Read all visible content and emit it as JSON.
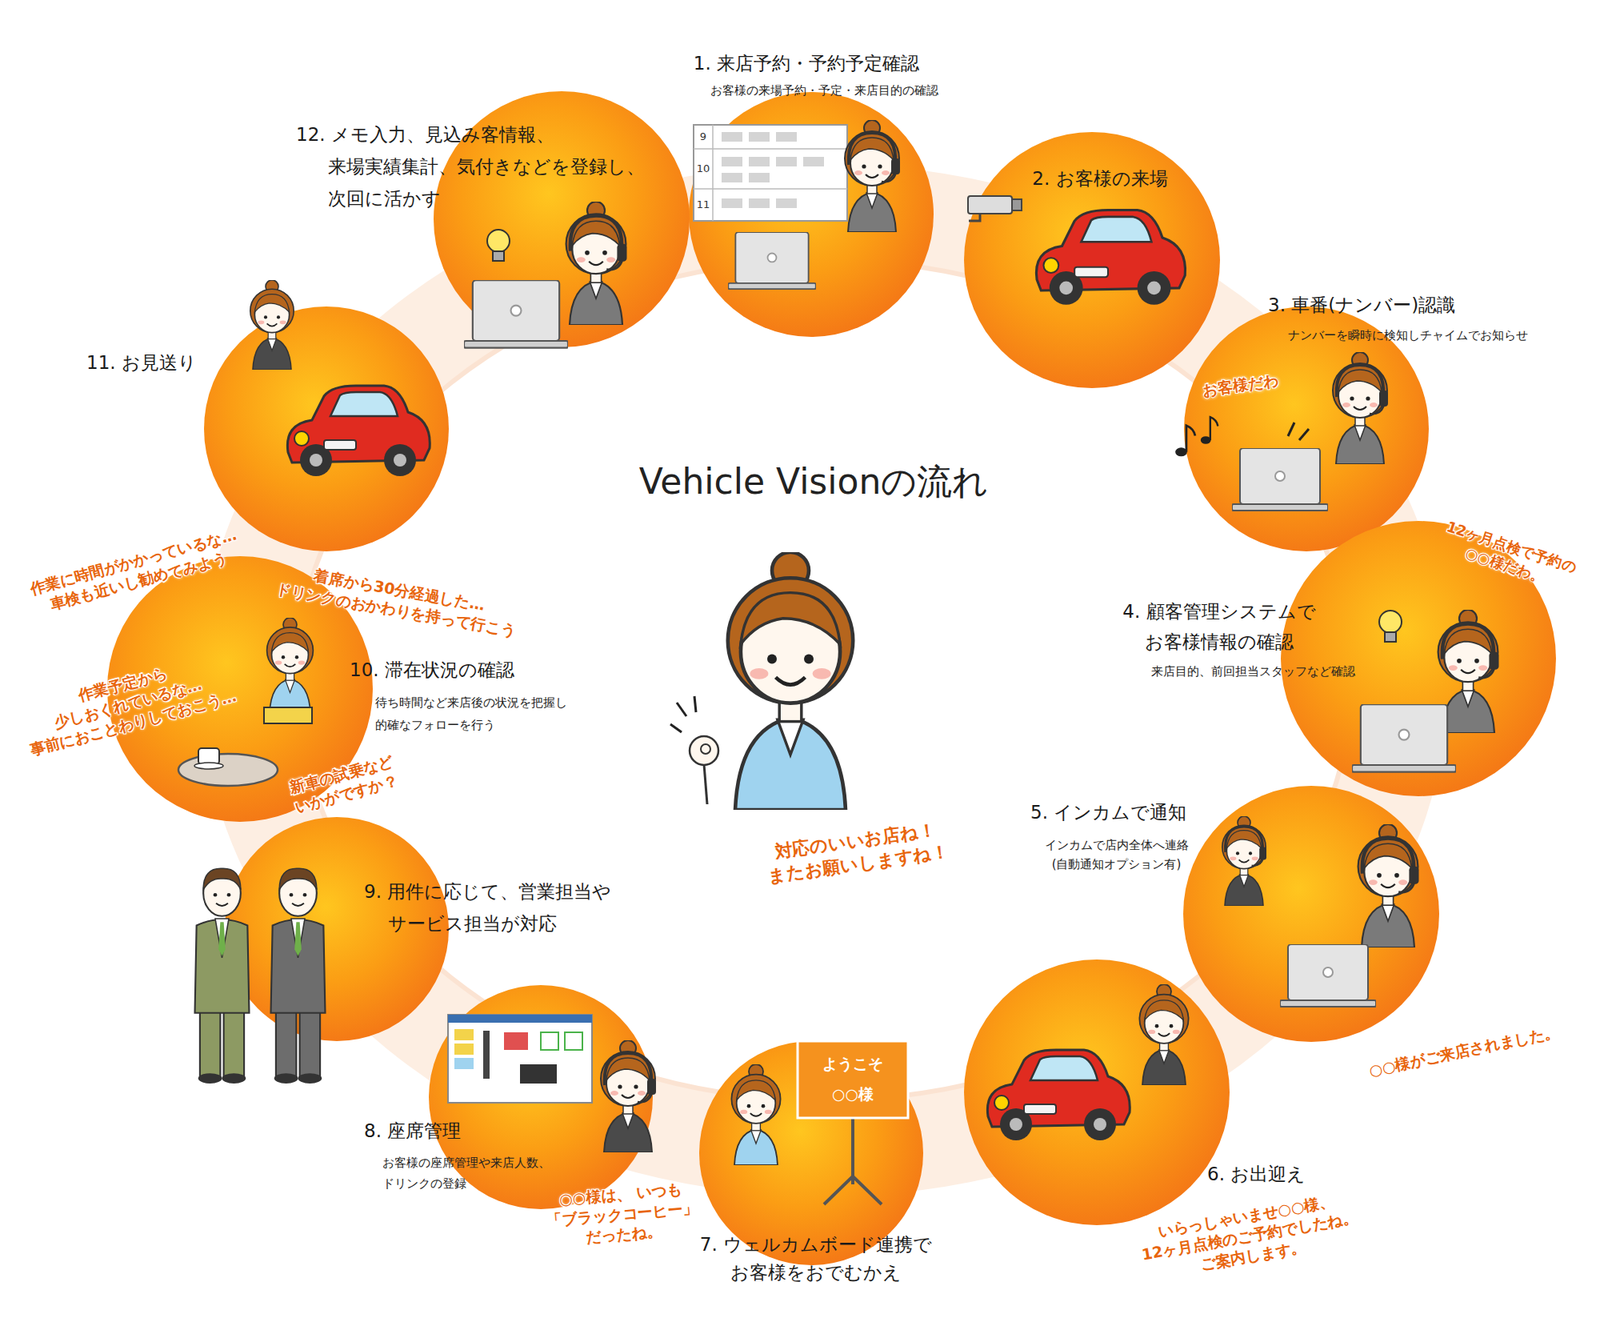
{
  "diagram": {
    "title": "Vehicle Visionの流れ",
    "nodes": [
      {
        "text": [
          "1. 来店予約・予約予定確認",
          "お客様の来場予約・予定・来店目的の確認"
        ]
      },
      {
        "text": [
          "2. お客様の来場"
        ]
      },
      {
        "text": [
          "3. 車番(ナンバー)認識",
          "ナンバーを瞬時に検知しチャイムでお知らせ"
        ]
      },
      {
        "text": [
          "4. 顧客管理システムで お客様情報の確認",
          "来店目的、前回担当スタッフなど確認"
        ]
      },
      {
        "text": [
          "5. インカムで通知",
          "インカムで店内全体へ連絡 (自動通知オプション有)"
        ]
      },
      {
        "text": [
          "6. お出迎え"
        ]
      },
      {
        "text": [
          "7. ウェルカムボード連携で お客様をおでむかえ"
        ]
      },
      {
        "text": [
          "8. 座席管理",
          "お客様の座席管理や来店人数、 ドリンクの登録"
        ]
      },
      {
        "text": [
          "9. 用件に応じて、営業担当や サービス担当が対応"
        ]
      },
      {
        "text": [
          "10. 滞在状況の確認",
          "待ち時間など来店後の状況を把握し 的確なフォローを行う"
        ]
      },
      {
        "text": [
          "11. お見送り"
        ]
      },
      {
        "text": [
          "12. メモ入力、見込み客情報、 来場実績集計、気付きなどを登録し、 次回に活かす"
        ]
      }
    ],
    "labels": [
      "9",
      "10",
      "11",
      "お客様だわ",
      "12ヶ月点検で予約の ○○様だわ。",
      "○○様がご来店されました。",
      "いらっしゃいませ○○様、 12ヶ月点検のご予約でしたね。 ご案内します。",
      "ようこそ",
      "○○様",
      "○○様は、 いつも「ブラックコーヒー」 だったね。",
      "新車の試乗など いかがですか？",
      "作業予定から 少しおくれているな… 事前におことわりしておこう…",
      "作業に時間がかかっているな… 車検も近いし勧めてみよう",
      "着席から30分経過した… ドリンクのおかわりを持って行こう",
      "対応のいいお店ね！ またお願いしますね！"
    ]
  }
}
